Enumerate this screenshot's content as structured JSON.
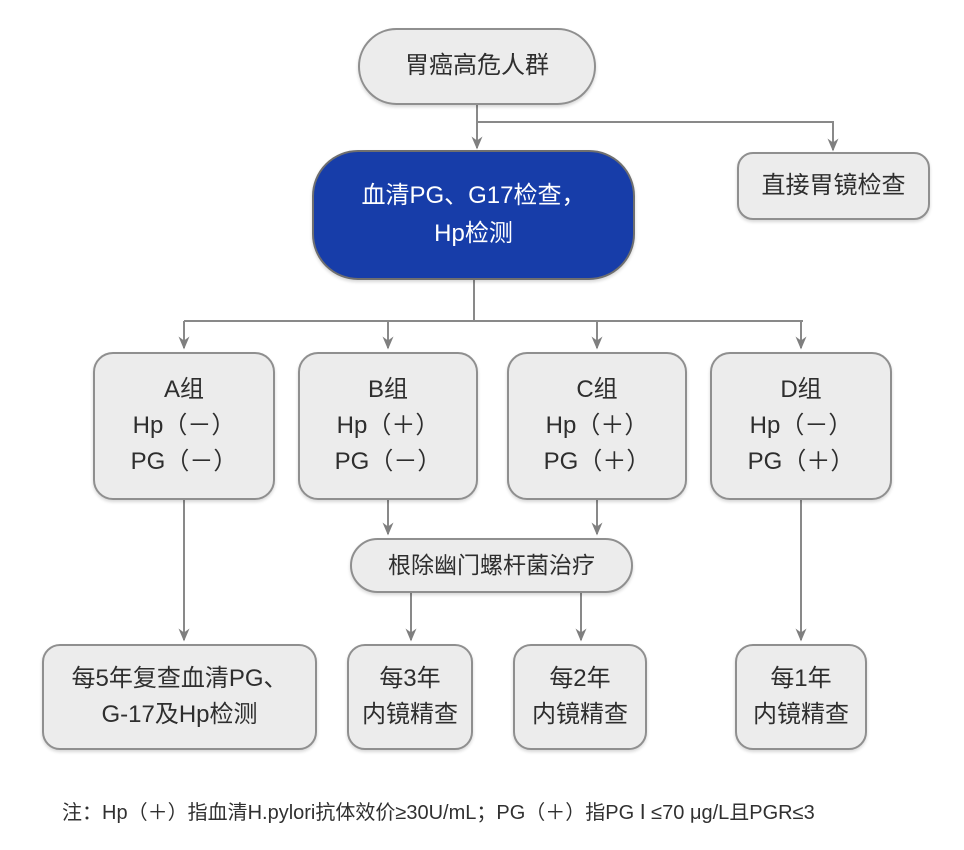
{
  "diagram": {
    "nodes": {
      "high_risk": {
        "label": "胃癌高危人群"
      },
      "serum_test": {
        "line1": "血清PG、G17检查，",
        "line2": "Hp检测"
      },
      "direct_gastroscopy": {
        "label": "直接胃镜检查"
      },
      "group_a": {
        "title": "A组",
        "hp": "Hp（－）",
        "pg": "PG（－）"
      },
      "group_b": {
        "title": "B组",
        "hp": "Hp（＋）",
        "pg": "PG（－）"
      },
      "group_c": {
        "title": "C组",
        "hp": "Hp（＋）",
        "pg": "PG（＋）"
      },
      "group_d": {
        "title": "D组",
        "hp": "Hp（－）",
        "pg": "PG（＋）"
      },
      "eradication": {
        "label": "根除幽门螺杆菌治疗"
      },
      "recheck_5yr": {
        "line1": "每5年复查血清PG、",
        "line2": "G-17及Hp检测"
      },
      "endoscopy_3yr": {
        "line1": "每3年",
        "line2": "内镜精查"
      },
      "endoscopy_2yr": {
        "line1": "每2年",
        "line2": "内镜精查"
      },
      "endoscopy_1yr": {
        "line1": "每1年",
        "line2": "内镜精查"
      }
    },
    "note": "注：Hp（＋）指血清H.pylori抗体效价≥30U/mL；PG（＋）指PG Ⅰ ≤70 μg/L且PGR≤3",
    "colors": {
      "accent_blue": "#173da9",
      "box_fill": "#ececec",
      "box_border": "#8f8f8f",
      "connector_line": "#898989"
    }
  }
}
